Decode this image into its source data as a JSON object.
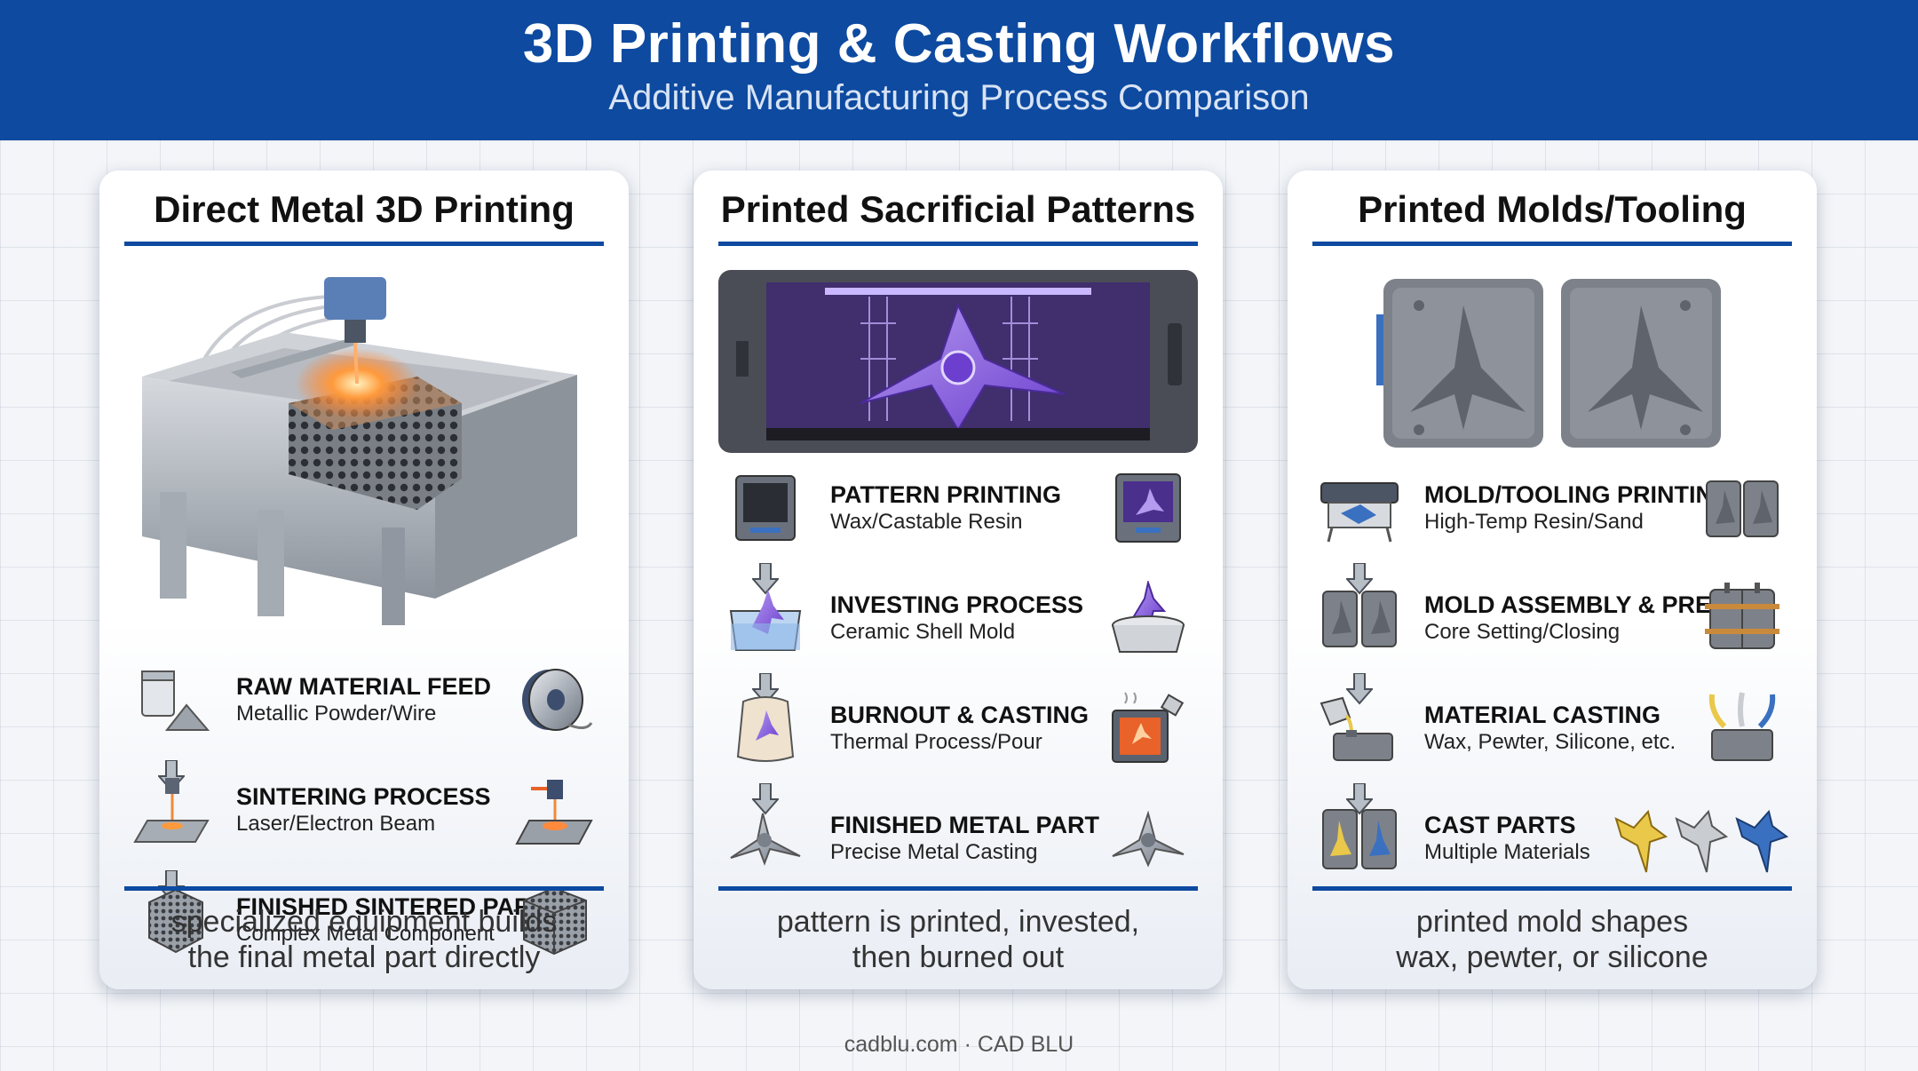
{
  "header": {
    "title": "3D Printing & Casting Workflows",
    "subtitle": "Additive Manufacturing Process Comparison"
  },
  "colors": {
    "header_bg": "#0d4aa0",
    "accent_orange": "#e8622a",
    "resin_purple": "#8a5be0",
    "mold_grey": "#7d828a"
  },
  "panels": [
    {
      "title": "Direct Metal 3D Printing",
      "hero_icon": "powder-bed-laser-printer",
      "steps": [
        {
          "title": "RAW MATERIAL FEED",
          "subtitle": "Metallic Powder/Wire",
          "icon": "powder-canister-icon",
          "right_icon": "wire-spool-icon"
        },
        {
          "title": "SINTERING PROCESS",
          "subtitle": "Laser/Electron Beam",
          "icon": "laser-nozzle-icon",
          "right_icon": "laser-bed-icon"
        },
        {
          "title": "FINISHED SINTERED PART",
          "subtitle": "Complex Metal Component",
          "icon": "lattice-part-icon",
          "right_icon": "lattice-cube-icon"
        }
      ],
      "caption_lines": [
        "specialized equipment builds",
        "the final metal part directly"
      ]
    },
    {
      "title": "Printed Sacrificial Patterns",
      "hero_icon": "resin-printer-chamber",
      "steps": [
        {
          "title": "PATTERN PRINTING",
          "subtitle": "Wax/Castable Resin",
          "icon": "printer-icon",
          "right_icon": "printer-with-part-icon"
        },
        {
          "title": "INVESTING PROCESS",
          "subtitle": "Ceramic Shell Mold",
          "icon": "dip-tank-icon",
          "right_icon": "slurry-bowl-icon"
        },
        {
          "title": "BURNOUT & CASTING",
          "subtitle": "Thermal Process/Pour",
          "icon": "shell-mold-icon",
          "right_icon": "furnace-pour-icon"
        },
        {
          "title": "FINISHED METAL PART",
          "subtitle": "Precise Metal Casting",
          "icon": "metal-node-icon",
          "right_icon": "metal-node-alt-icon"
        }
      ],
      "caption_lines": [
        "pattern is printed, invested,",
        "then burned out"
      ]
    },
    {
      "title": "Printed Molds/Tooling",
      "hero_icon": "open-two-part-mold",
      "steps": [
        {
          "title": "MOLD/TOOLING PRINTING",
          "subtitle": "High-Temp Resin/Sand",
          "icon": "wide-format-printer-icon",
          "right_icon": "mold-halves-icon"
        },
        {
          "title": "MOLD ASSEMBLY & PREP",
          "subtitle": "Core Setting/Closing",
          "icon": "mold-open-icon",
          "right_icon": "mold-clamped-icon"
        },
        {
          "title": "MATERIAL CASTING",
          "subtitle": "Wax, Pewter, Silicone, etc.",
          "icon": "ladle-pour-icon",
          "right_icon": "multi-pour-icon"
        },
        {
          "title": "CAST PARTS",
          "subtitle": "Multiple Materials",
          "icon": "mold-with-parts-icon",
          "right_icon": "colored-parts-icon"
        }
      ],
      "caption_lines": [
        "printed mold shapes",
        "wax, pewter, or silicone"
      ]
    }
  ],
  "footer": "cadblu.com · CAD BLU"
}
